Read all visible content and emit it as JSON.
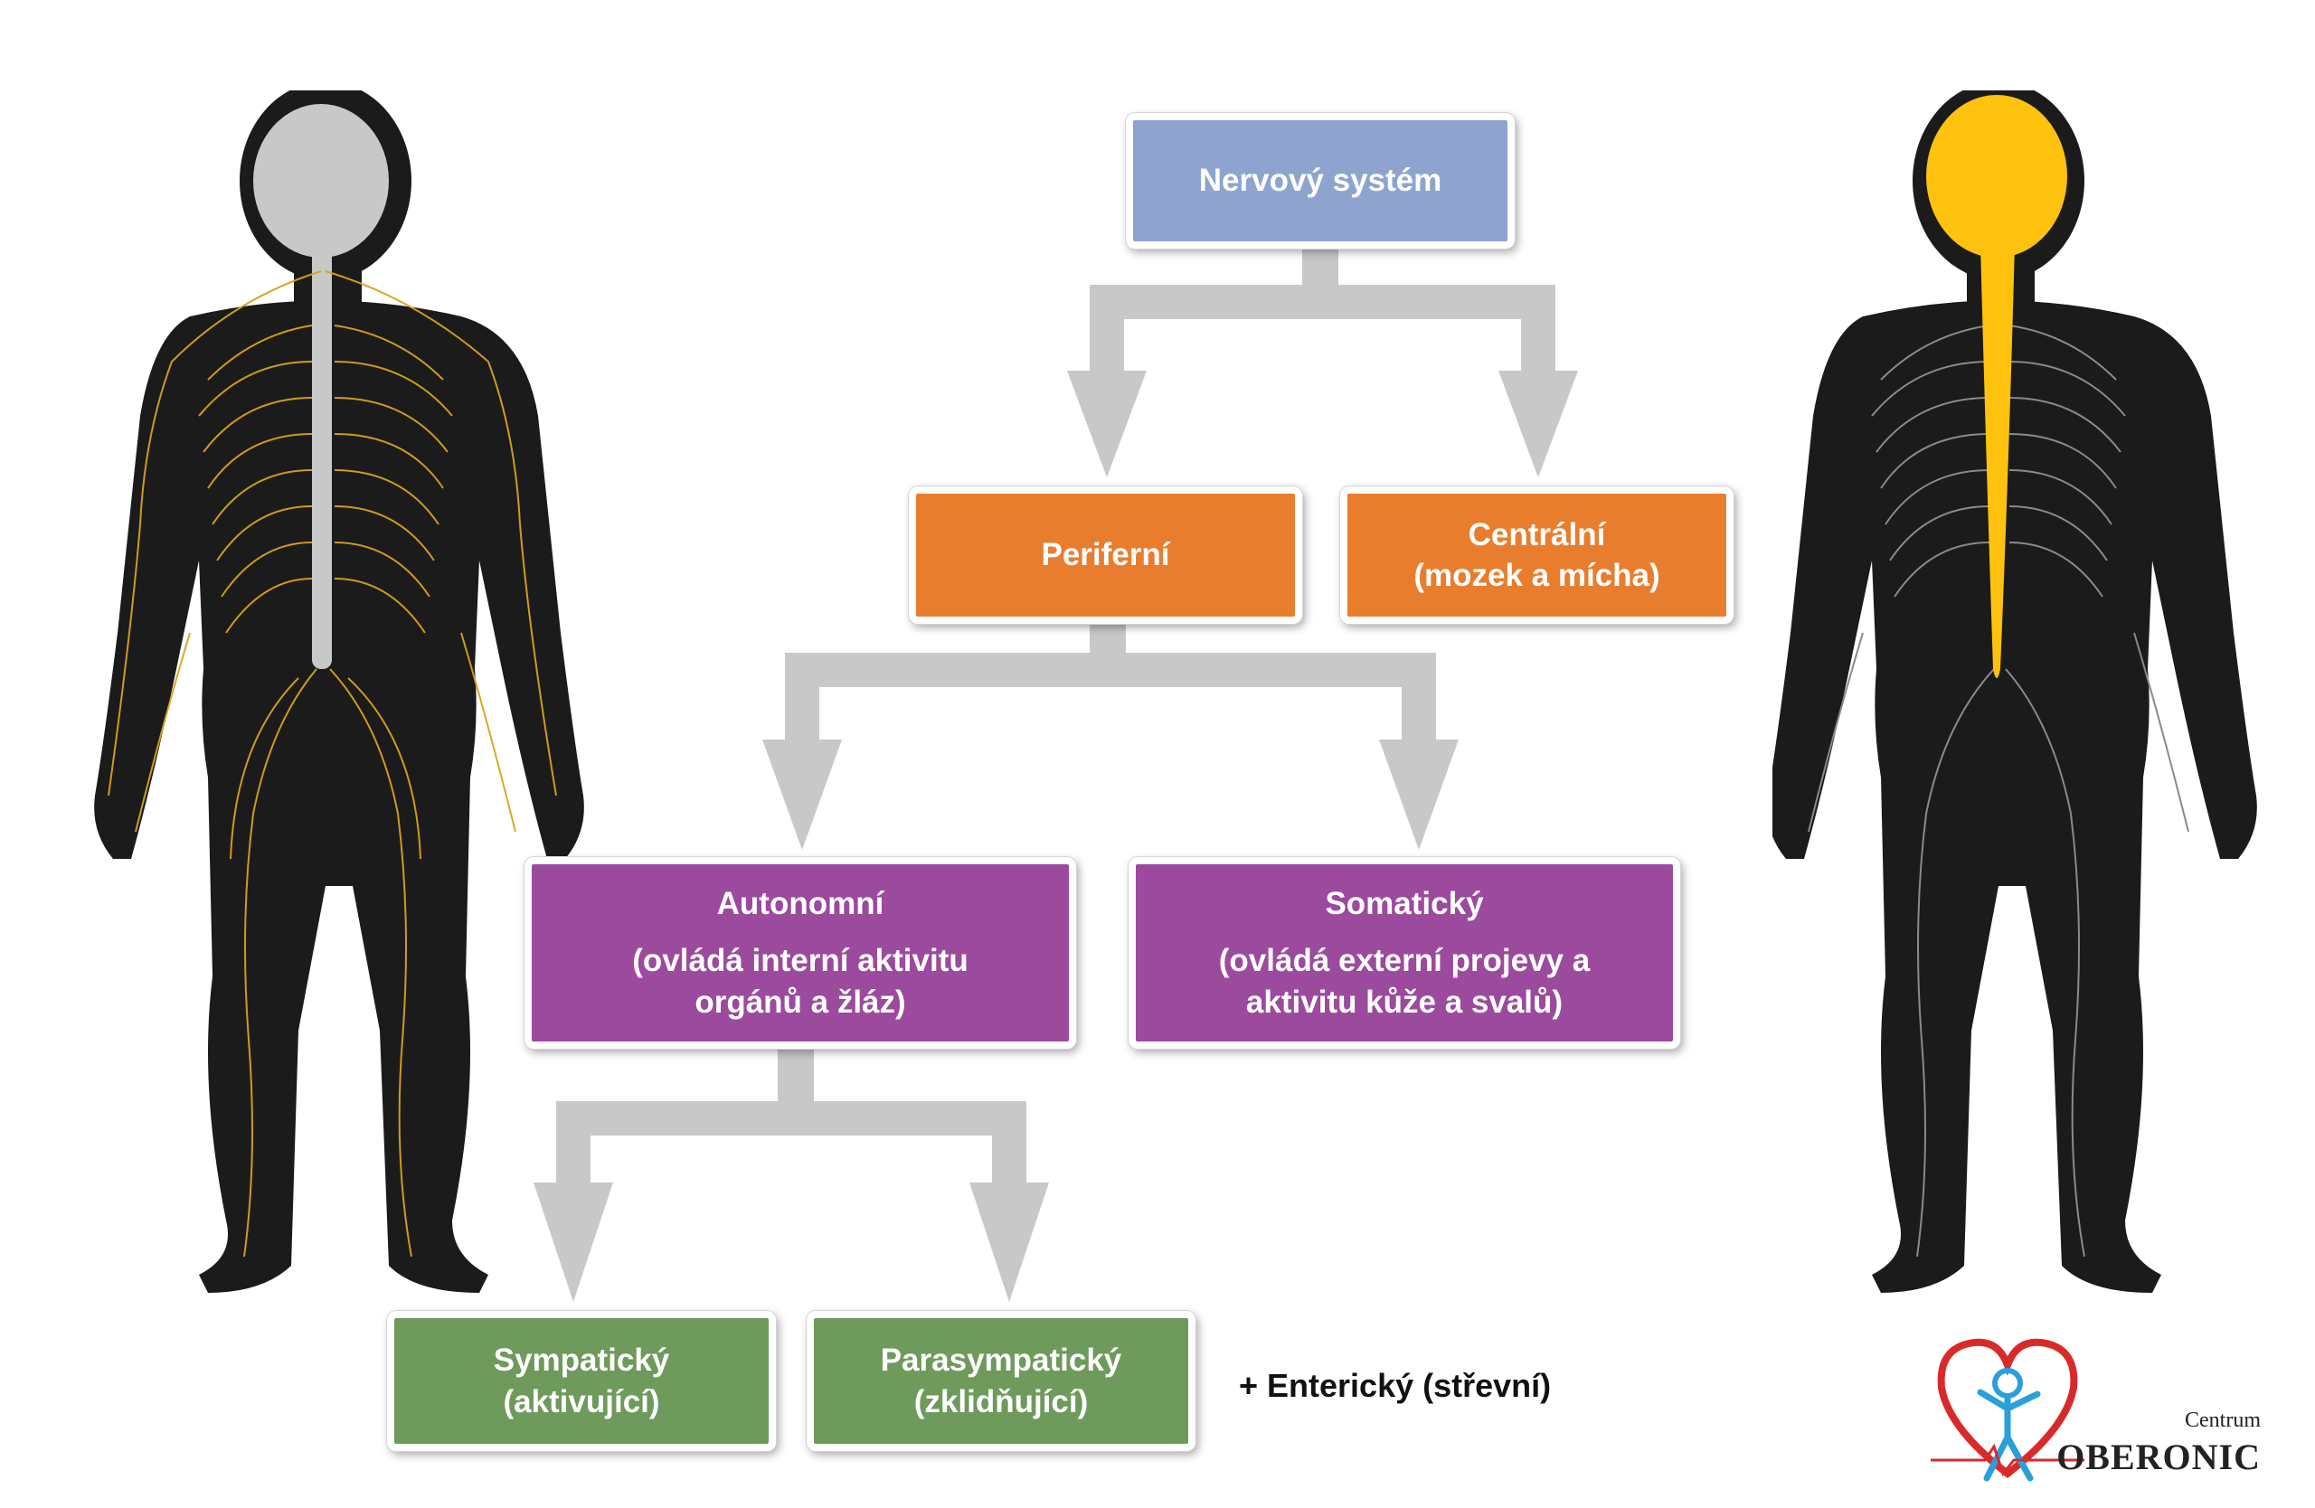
{
  "diagram": {
    "root": {
      "label": "Nervový systém"
    },
    "peripheral": {
      "label": "Periferní"
    },
    "central": {
      "line1": "Centrální",
      "line2": "(mozek a mícha)"
    },
    "autonomic": {
      "title": "Autonomní",
      "line1": "(ovládá interní aktivitu",
      "line2": "orgánů a žláz)"
    },
    "somatic": {
      "title": "Somatický",
      "line1": "(ovládá externí projevy a",
      "line2": "aktivitu kůže a svalů)"
    },
    "sympathetic": {
      "line1": "Sympatický",
      "line2": "(aktivující)"
    },
    "parasympathetic": {
      "line1": "Parasympatický",
      "line2": "(zklidňující)"
    },
    "enteric_note": "+ Enterický (střevní)"
  },
  "logo": {
    "small_text": "Centrum",
    "name": "OBERONIC"
  },
  "colors": {
    "root": "#8ea4cf",
    "level2": "#e97d2e",
    "level3": "#9b4a9d",
    "level4": "#6e9a5b",
    "arrows": "#c8c8c8",
    "peripheral_nerves": "#d9a21c",
    "central_nerves": "#ffc20e",
    "body": "#1b1b1b"
  },
  "figures": {
    "left": "peripheral-nervous-system-figure",
    "right": "central-nervous-system-figure"
  }
}
